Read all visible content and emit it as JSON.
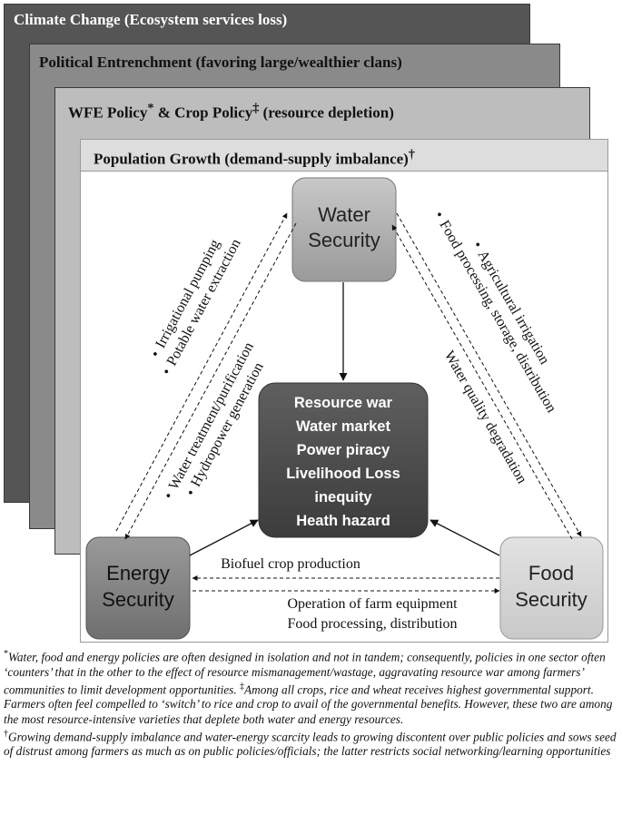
{
  "layers": {
    "climate": "Climate Change (Ecosystem services loss)",
    "political": "Political Entrenchment (favoring large/wealthier clans)",
    "policy_a": "WFE Policy",
    "policy_mark_a": "*",
    "policy_b": " & Crop Policy",
    "policy_mark_b": "‡",
    "policy_c": " (resource depletion)",
    "population": "Population Growth (demand-supply imbalance)",
    "population_mark": "†"
  },
  "nodes": {
    "water": [
      "Water",
      "Security"
    ],
    "energy": [
      "Energy",
      "Security"
    ],
    "food": [
      "Food",
      "Security"
    ],
    "center": [
      "Resource war",
      "Water market",
      "Power piracy",
      "Livelihood Loss",
      "inequity",
      "Heath hazard"
    ]
  },
  "links": {
    "water_energy_up": [
      "Irrigational pumping",
      "Potable water extraction"
    ],
    "energy_water_down": [
      "Water treatment/purification",
      "Hydropower generation"
    ],
    "water_food": [
      "Agricultural irrigation",
      "Food processing, storage, distribution"
    ],
    "food_water": "Water quality degradation",
    "energy_food": "Biofuel crop production",
    "food_energy": [
      "Operation of farm equipment",
      "Food processing, distribution"
    ],
    "bullet": "•"
  },
  "footnotes": {
    "mark1": "*",
    "text1": "Water, food and energy policies are often designed in isolation and not in tandem; consequently, policies in one sector often ‘counters’ that in the other to the effect of resource mismanagement/wastage, aggravating resource war among farmers’ communities to limit development opportunities. ",
    "mark2": "‡",
    "text2": "Among all crops, rice and wheat receives highest governmental support. Farmers often feel compelled to ‘switch’ to rice and crop to avail of the governmental benefits. However, these two are among the most resource-intensive varieties that deplete both water and energy resources.",
    "mark3": "†",
    "text3": "Growing demand-supply imbalance and water-energy scarcity leads to growing discontent over public policies and sows seed of distrust among farmers as much as on public policies/officials; the latter restricts social networking/learning opportunities"
  }
}
